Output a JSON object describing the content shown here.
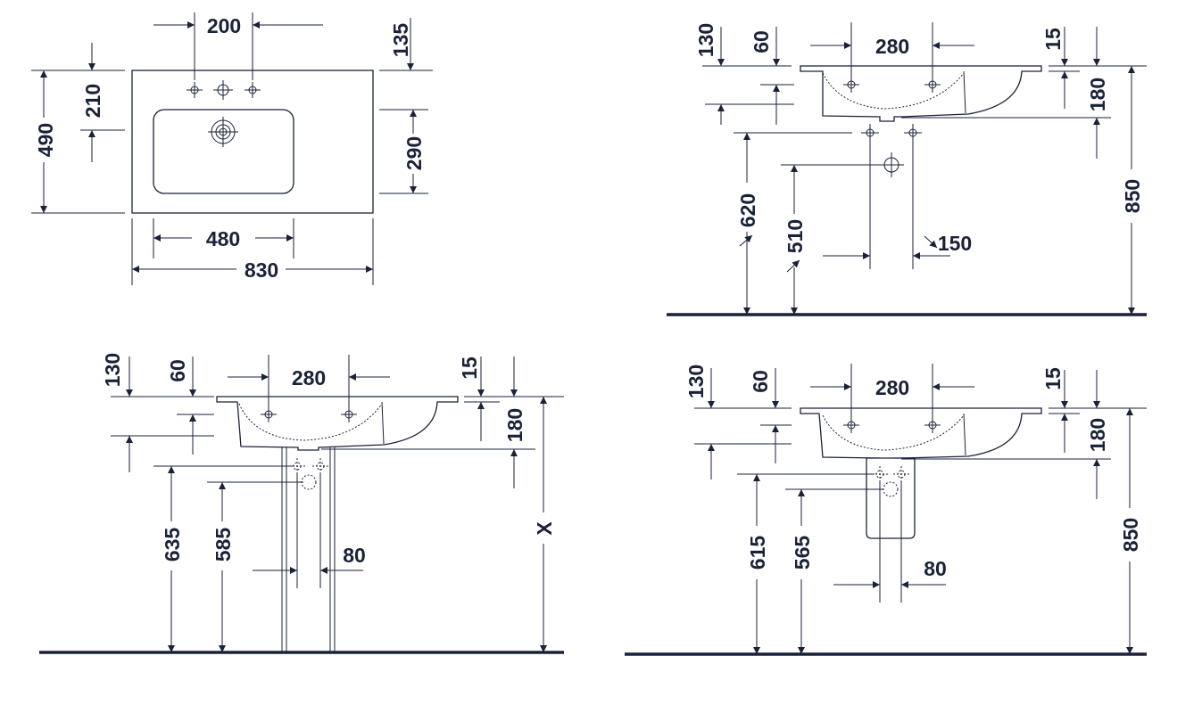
{
  "top_view": {
    "dim_200": "200",
    "dim_135": "135",
    "dim_210": "210",
    "dim_490": "490",
    "dim_290": "290",
    "dim_480": "480",
    "dim_830": "830"
  },
  "side_wall": {
    "dim_130": "130",
    "dim_60": "60",
    "dim_280": "280",
    "dim_15": "15",
    "dim_180": "180",
    "dim_850": "850",
    "dim_620": "620",
    "dim_510": "510",
    "dim_150": "150"
  },
  "side_pedestal": {
    "dim_130": "130",
    "dim_60": "60",
    "dim_280": "280",
    "dim_15": "15",
    "dim_180": "180",
    "dim_x": "X",
    "dim_635": "635",
    "dim_585": "585",
    "dim_80": "80"
  },
  "side_semi_pedestal": {
    "dim_130": "130",
    "dim_60": "60",
    "dim_280": "280",
    "dim_15": "15",
    "dim_180": "180",
    "dim_850": "850",
    "dim_615": "615",
    "dim_565": "565",
    "dim_80": "80"
  },
  "colors": {
    "line": "#1a2238",
    "background": "#ffffff"
  }
}
